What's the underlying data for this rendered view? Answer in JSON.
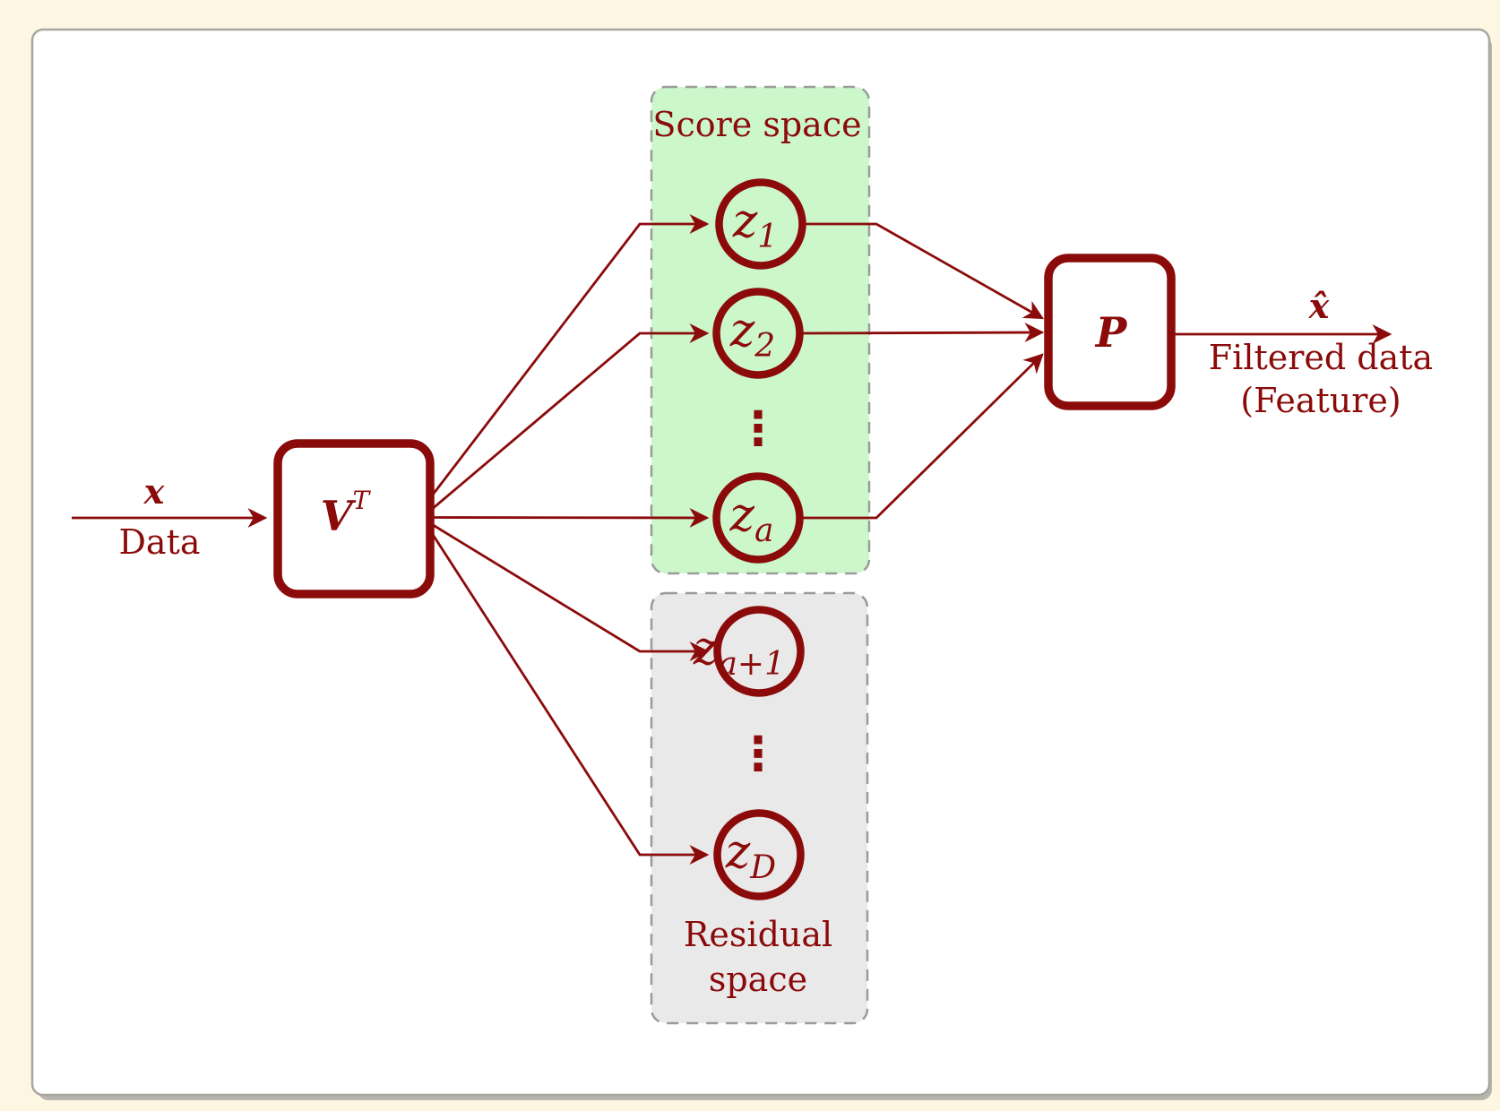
{
  "colors": {
    "accent": "#8b0b0b",
    "score_space_fill": "#ccf7cb",
    "residual_space_fill": "#e9e9e9",
    "dashed_border": "#9a9a9a",
    "page_background": "#fdf6e3",
    "panel_background": "#ffffff"
  },
  "diagram": {
    "input": {
      "symbol": "x",
      "label": "Data"
    },
    "vt_box": {
      "base": "V",
      "sup": "T"
    },
    "p_box": {
      "label": "P"
    },
    "score_space": {
      "title": "Score space",
      "ellipsis": "⋮",
      "nodes": [
        {
          "base": "z",
          "sub": "1"
        },
        {
          "base": "z",
          "sub": "2"
        },
        {
          "base": "z",
          "sub": "a"
        }
      ]
    },
    "residual_space": {
      "title_line1": "Residual",
      "title_line2": "space",
      "ellipsis": "⋮",
      "nodes": [
        {
          "base": "z",
          "sub": "a+1"
        },
        {
          "base": "z",
          "sub": "D"
        }
      ]
    },
    "output": {
      "symbol": "x̂",
      "label_line1": "Filtered data",
      "label_line2": "(Feature)"
    }
  }
}
